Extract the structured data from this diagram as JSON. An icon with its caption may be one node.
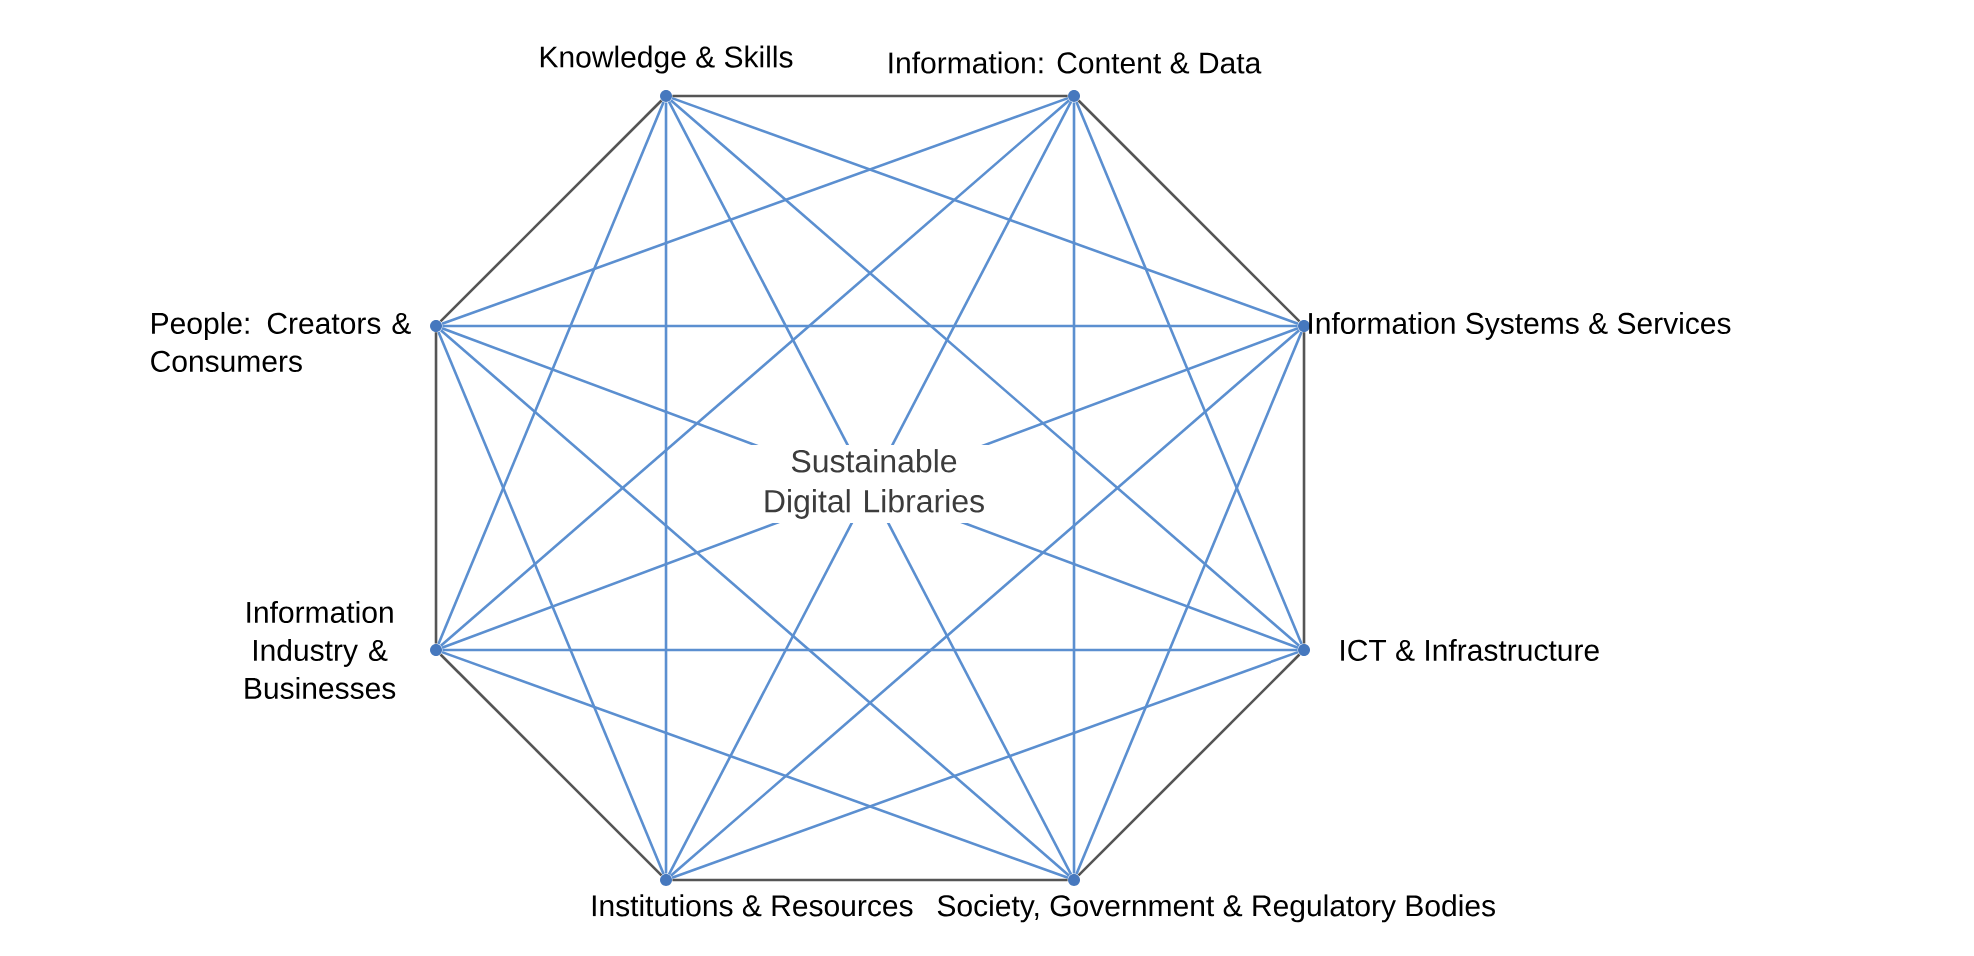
{
  "diagram": {
    "nodes": [
      {
        "text": [],
        "shape": "circle",
        "beside": [
          "Knowledge & Skills"
        ]
      },
      {
        "text": [],
        "shape": "circle",
        "beside": [
          "Information: Content & Data"
        ]
      },
      {
        "text": [],
        "shape": "circle",
        "beside": [
          "Information Systems & Services"
        ]
      },
      {
        "text": [],
        "shape": "circle",
        "beside": [
          "ICT & Infrastructure"
        ]
      },
      {
        "text": [],
        "shape": "circle",
        "beside": [
          "Society, Government & Regulatory Bodies"
        ]
      },
      {
        "text": [],
        "shape": "circle",
        "beside": [
          "Institutions & Resources"
        ]
      },
      {
        "text": [],
        "shape": "circle",
        "beside": [
          "Information Industry & Businesses"
        ]
      },
      {
        "text": [],
        "shape": "circle",
        "beside": [
          "People: Creators & Consumers"
        ]
      }
    ],
    "edges": [
      {
        "from": 0,
        "to": 1,
        "arrow": "none",
        "color": "#555555"
      },
      {
        "from": 1,
        "to": 2,
        "arrow": "none",
        "color": "#555555"
      },
      {
        "from": 2,
        "to": 3,
        "arrow": "none",
        "color": "#555555"
      },
      {
        "from": 3,
        "to": 4,
        "arrow": "none",
        "color": "#555555"
      },
      {
        "from": 4,
        "to": 5,
        "arrow": "none",
        "color": "#555555"
      },
      {
        "from": 5,
        "to": 6,
        "arrow": "none",
        "color": "#555555"
      },
      {
        "from": 6,
        "to": 7,
        "arrow": "none",
        "color": "#555555"
      },
      {
        "from": 7,
        "to": 0,
        "arrow": "none",
        "color": "#555555"
      },
      {
        "from": 0,
        "to": 2,
        "arrow": "none"
      },
      {
        "from": 0,
        "to": 3,
        "arrow": "none"
      },
      {
        "from": 0,
        "to": 4,
        "arrow": "none"
      },
      {
        "from": 0,
        "to": 5,
        "arrow": "none"
      },
      {
        "from": 0,
        "to": 6,
        "arrow": "none"
      },
      {
        "from": 1,
        "to": 3,
        "arrow": "none"
      },
      {
        "from": 1,
        "to": 4,
        "arrow": "none"
      },
      {
        "from": 1,
        "to": 5,
        "arrow": "none"
      },
      {
        "from": 1,
        "to": 6,
        "arrow": "none"
      },
      {
        "from": 1,
        "to": 7,
        "arrow": "none"
      },
      {
        "from": 2,
        "to": 4,
        "arrow": "none"
      },
      {
        "from": 2,
        "to": 5,
        "arrow": "none"
      },
      {
        "from": 2,
        "to": 6,
        "arrow": "none"
      },
      {
        "from": 2,
        "to": 7,
        "arrow": "none"
      },
      {
        "from": 3,
        "to": 5,
        "arrow": "none"
      },
      {
        "from": 3,
        "to": 6,
        "arrow": "none"
      },
      {
        "from": 3,
        "to": 7,
        "arrow": "none"
      },
      {
        "from": 4,
        "to": 6,
        "arrow": "none"
      },
      {
        "from": 4,
        "to": 7,
        "arrow": "none"
      },
      {
        "from": 5,
        "to": 7,
        "arrow": "none"
      }
    ],
    "labels": [
      "Sustainable Digital Libraries"
    ]
  }
}
